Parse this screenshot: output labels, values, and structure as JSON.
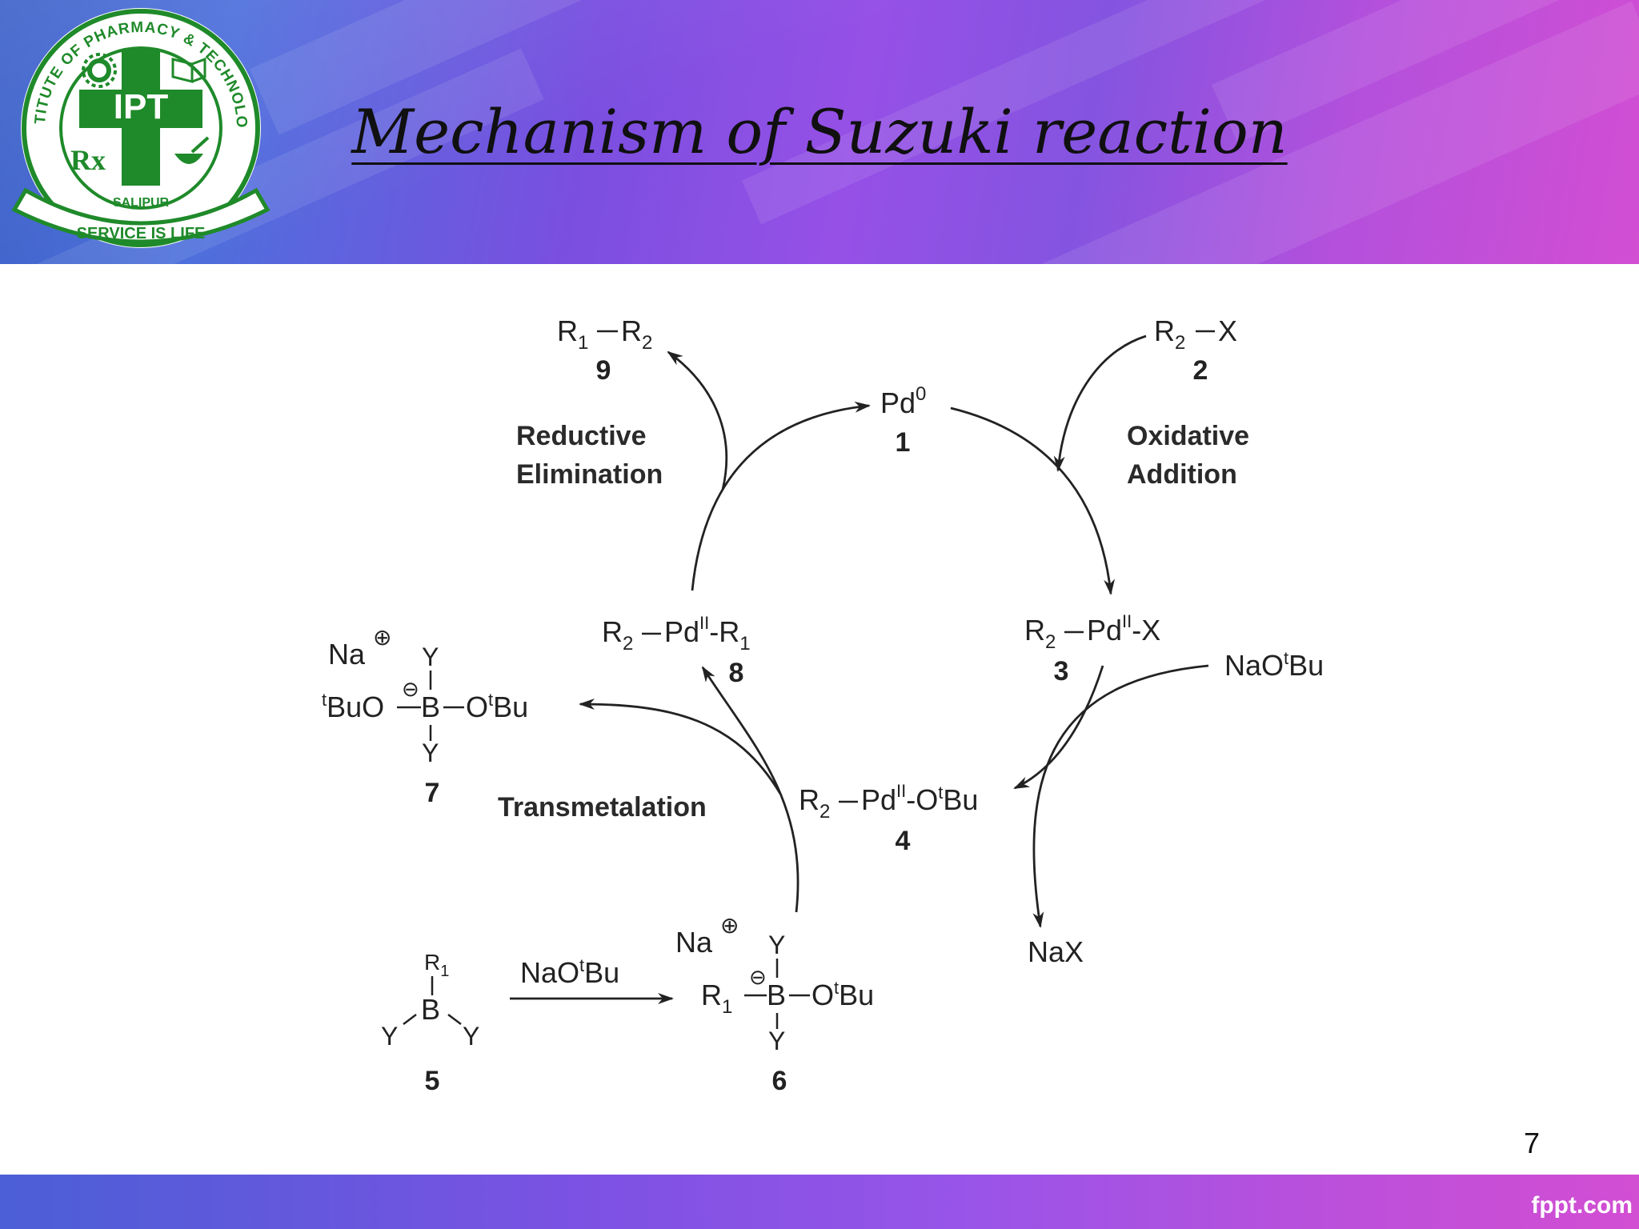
{
  "title": "Mechanism of Suzuki reaction",
  "slide_number": "7",
  "brand": "fppt.com",
  "logo": {
    "ring_text": "INSTITUTE OF PHARMACY & TECHNOLOGY",
    "center": "IPT",
    "rx": "Rx",
    "place": "SALIPUR",
    "banner": "SERVICE IS LIFE",
    "color": "#1f8a2a"
  },
  "steps": {
    "reductive": [
      "Reductive",
      "Elimination"
    ],
    "oxidative": [
      "Oxidative",
      "Addition"
    ],
    "transmetalation": "Transmetalation"
  },
  "compounds": {
    "c1": {
      "main": "Pd",
      "sup": "0",
      "num": "1"
    },
    "c2": {
      "a": "R",
      "a_sub": "2",
      "b": "X",
      "num": "2"
    },
    "c3": {
      "a": "R",
      "a_sub": "2",
      "pd": "Pd",
      "pd_sup": "II",
      "tail": "-X",
      "num": "3"
    },
    "c4": {
      "a": "R",
      "a_sub": "2",
      "pd": "Pd",
      "pd_sup": "II",
      "tail": "-O",
      "tail_sup": "t",
      "tail2": "Bu",
      "num": "4"
    },
    "c5": {
      "r": "R",
      "r_sub": "1",
      "b": "B",
      "y1": "Y",
      "y2": "Y",
      "num": "5"
    },
    "c6": {
      "na": "Na",
      "charge_plus": "⊕",
      "charge_minus": "⊖",
      "r": "R",
      "r_sub": "1",
      "b": "B",
      "o": "O",
      "o_sup": "t",
      "o2": "Bu",
      "y1": "Y",
      "y2": "Y",
      "num": "6"
    },
    "c7": {
      "na": "Na",
      "charge_plus": "⊕",
      "charge_minus": "⊖",
      "left_sup": "t",
      "left": "BuO",
      "b": "B",
      "o": "O",
      "o_sup": "t",
      "o2": "Bu",
      "y1": "Y",
      "y2": "Y",
      "num": "7"
    },
    "c8": {
      "a": "R",
      "a_sub": "2",
      "pd": "Pd",
      "pd_sup": "II",
      "tail": "-R",
      "tail_sub": "1",
      "num": "8"
    },
    "c9": {
      "a": "R",
      "a_sub": "1",
      "b": "R",
      "b_sub": "2",
      "num": "9"
    }
  },
  "reagents": {
    "base_right": {
      "main": "NaO",
      "sup": "t",
      "tail": "Bu"
    },
    "base_bottom": {
      "main": "NaO",
      "sup": "t",
      "tail": "Bu"
    },
    "salt": "NaX"
  }
}
